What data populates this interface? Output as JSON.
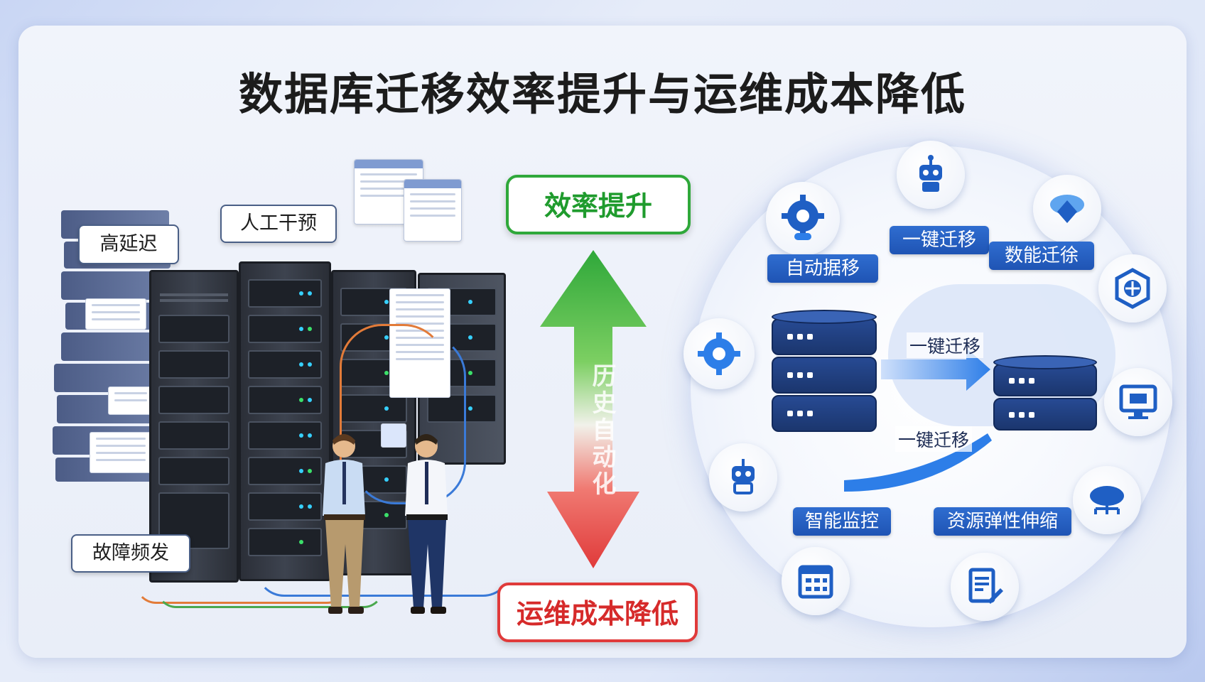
{
  "title": "数据库迁移效率提升与运维成本降低",
  "left": {
    "tags": {
      "high_latency": "高延迟",
      "manual": "人工干预",
      "faults": "故障频发"
    }
  },
  "middle": {
    "efficiency": "效率提升",
    "cost": "运维成本降低",
    "arrow_text": "历史自动化",
    "colors": {
      "up": "#2fa83a",
      "down": "#e03a3a"
    }
  },
  "right": {
    "labels": {
      "auto_migrate": "自动据移",
      "one_click_top": "一键迁移",
      "smart_link": "数能迁徐",
      "flow_1": "一键迁移",
      "flow_2": "一键迁移",
      "monitor": "智能监控",
      "elastic": "资源弹性伸缩"
    },
    "icons": [
      "robot-icon",
      "gear-cloud-icon",
      "cloud-diamond-icon",
      "chip-icon",
      "gear-icon",
      "monitor-icon",
      "robot-icon",
      "cloud-network-icon",
      "calendar-icon",
      "document-pen-icon"
    ],
    "colors": {
      "accent": "#1f5fc4"
    }
  }
}
